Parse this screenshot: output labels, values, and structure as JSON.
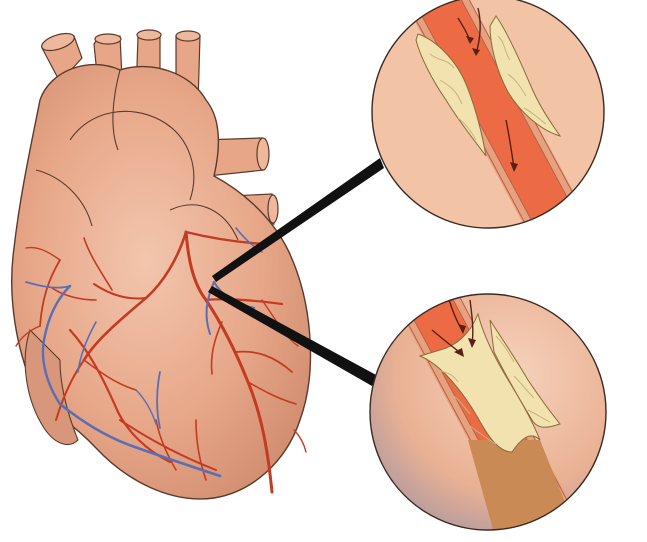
{
  "illustration": {
    "subject": "heart-with-coronary-arteries",
    "colors": {
      "background": "#ffffff",
      "heart_fill": "#e7a688",
      "heart_light": "#efbfa4",
      "heart_shade": "#cf8a6b",
      "outline": "#5a3a2c",
      "artery": "#c23b22",
      "vein": "#5a6fb3",
      "inset_bg": "#f3c3a6",
      "vessel_wall": "#e9a07f",
      "blood": "#ec6b45",
      "plaque": "#f1e2b0",
      "plaque_line": "#c7b37a",
      "clot": "#c98a55",
      "connector": "#111111"
    },
    "insets": [
      {
        "label": "narrowed-artery",
        "state": "partial-blockage"
      },
      {
        "label": "blocked-artery",
        "state": "full-blockage-with-clot"
      }
    ]
  }
}
